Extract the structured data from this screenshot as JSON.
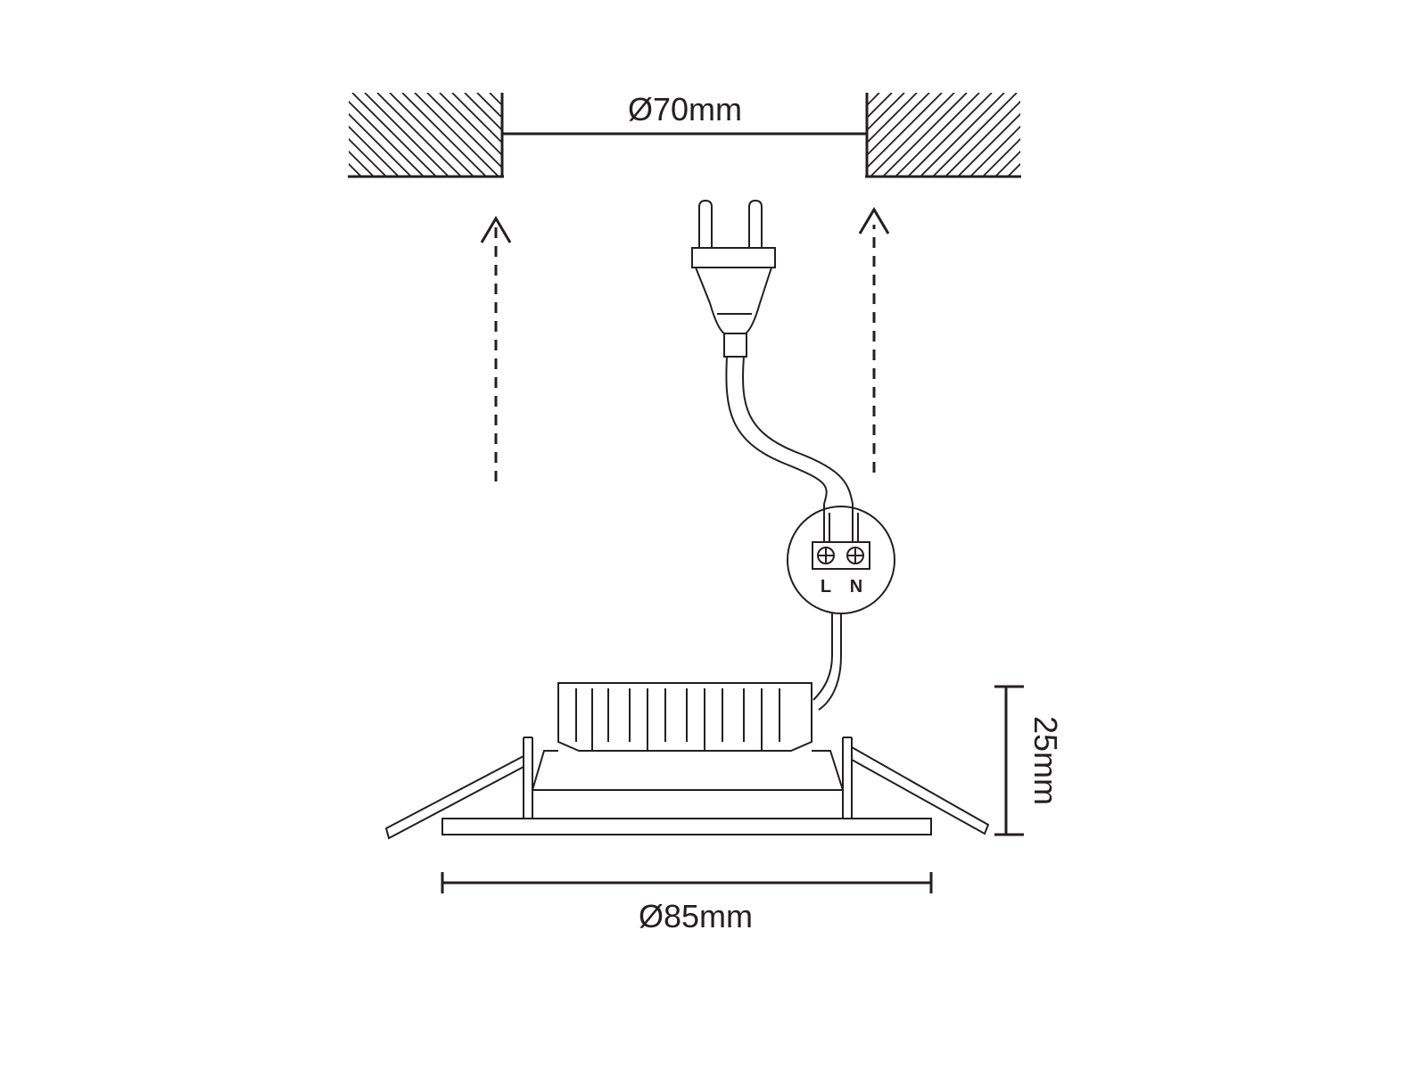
{
  "dimensions": {
    "hole_diameter": "Ø70mm",
    "outer_diameter": "Ø85mm",
    "height": "25mm"
  },
  "terminal": {
    "live": "L",
    "neutral": "N"
  },
  "colors": {
    "ink": "#231f20",
    "background": "#ffffff"
  }
}
